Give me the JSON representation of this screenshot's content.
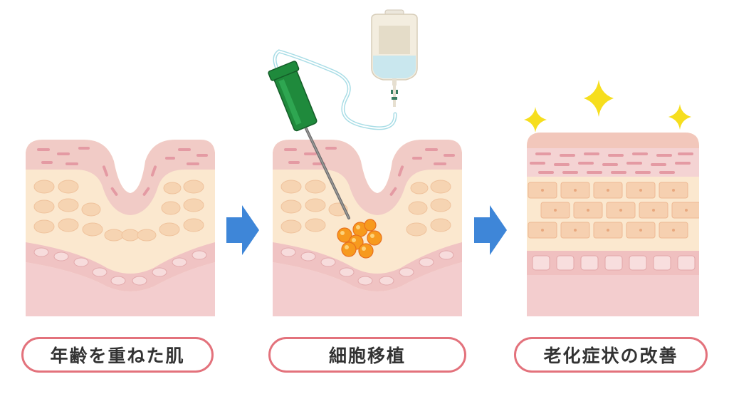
{
  "panels": [
    {
      "label": "年齢を重ねた肌"
    },
    {
      "label": "細胞移植"
    },
    {
      "label": "老化症状の改善"
    }
  ],
  "icons": [
    "arrow-right-icon",
    "syringe-icon",
    "iv-drip-bag-icon",
    "sparkle-icon",
    "cell-cluster-icon"
  ],
  "colors": {
    "pill_border": "#e3727c",
    "arrow": "#3e86d8",
    "skin_top": "#f0c9c3",
    "dermis": "#fbe8cf",
    "basal": "#f2c6c6",
    "subcutis": "#f3cccd",
    "syringe": "#1f8a3c",
    "sparkle": "#f6de1e",
    "graft_cells": "#f79a1e"
  }
}
